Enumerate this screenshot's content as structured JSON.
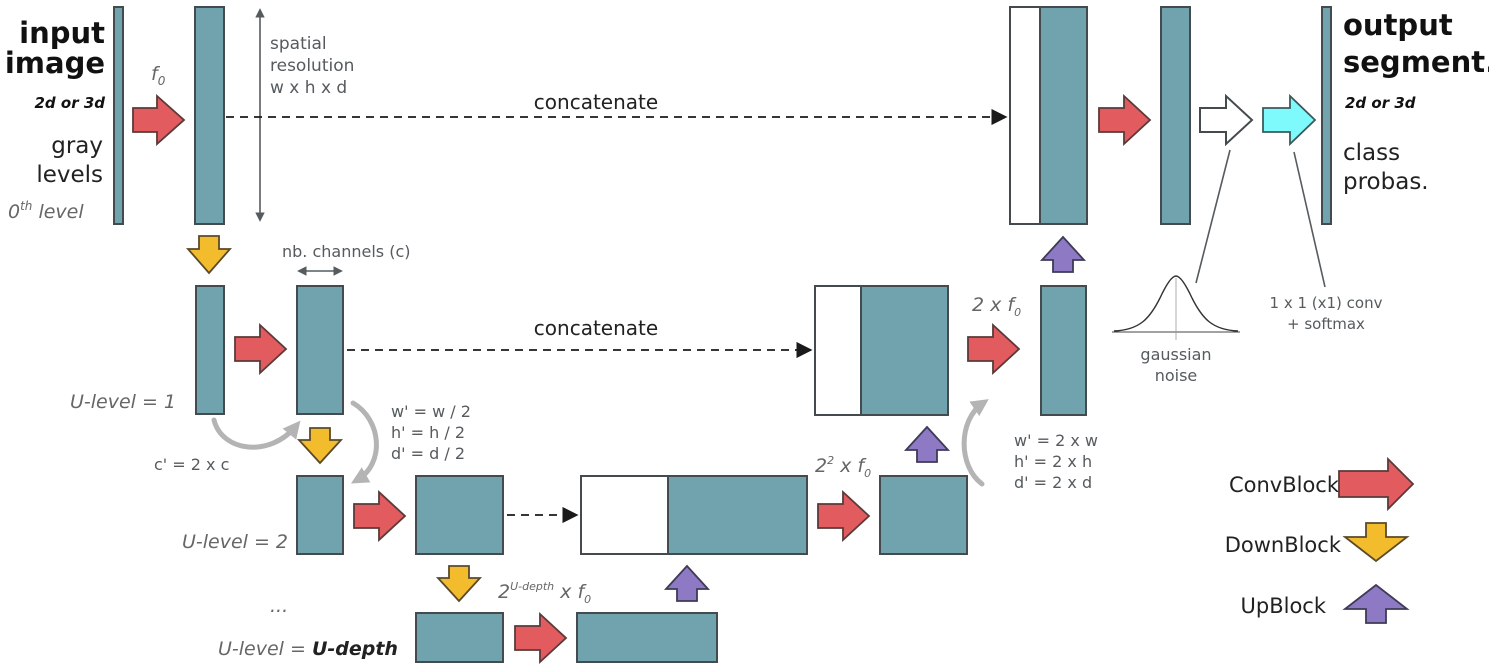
{
  "left_panel": {
    "title_line1": "input",
    "title_line2": "image",
    "dims": "2d or 3d",
    "gray1": "gray",
    "gray2": "levels",
    "level0_base": "0",
    "level0_sup": "th",
    "level0_rest": " level"
  },
  "right_panel": {
    "title_line1": "output",
    "title_line2": "segment.",
    "dims": "2d or 3d",
    "class1": "class",
    "class2": "probas."
  },
  "annotations": {
    "f0_base": "f",
    "f0_sub": "0",
    "spatial1": "spatial",
    "spatial2": "resolution",
    "spatial3": "w x h x d",
    "concat_top": "concatenate",
    "concat_mid": "concatenate",
    "channels": "nb. channels (c)",
    "c_prime": "c' = 2 x c",
    "down_w": "w' = w / 2",
    "down_h": "h' = h / 2",
    "down_d": "d' = d / 2",
    "up_w": "w' = 2 x w",
    "up_h": "h' = 2 x h",
    "up_d": "d' = 2 x d",
    "two_f0_base": "2 x f",
    "two_f0_sub": "0",
    "twosq_base": "2",
    "twosq_sup": "2",
    "twosq_rest": " x f",
    "twosq_sub": "0",
    "udepth_base": "2",
    "udepth_sup": "U-depth",
    "udepth_rest": " x f",
    "udepth_sub": "0",
    "gauss1": "gaussian",
    "gauss2": "noise",
    "conv1": "1 x 1 (x1) conv",
    "conv2": "+ softmax"
  },
  "levels": {
    "level1": "U-level = 1",
    "level2": "U-level = 2",
    "dots": "...",
    "leveld_prefix": "U-level = ",
    "leveld_bold": "U-depth"
  },
  "legend": {
    "conv": "ConvBlock",
    "down": "DownBlock",
    "up": "UpBlock"
  },
  "colors": {
    "block": "#71a3ae",
    "conv_arrow": "#e25b5f",
    "down_arrow": "#f3bc2d",
    "up_arrow": "#8d79c4",
    "softmax_arrow": "#7ffafc"
  }
}
